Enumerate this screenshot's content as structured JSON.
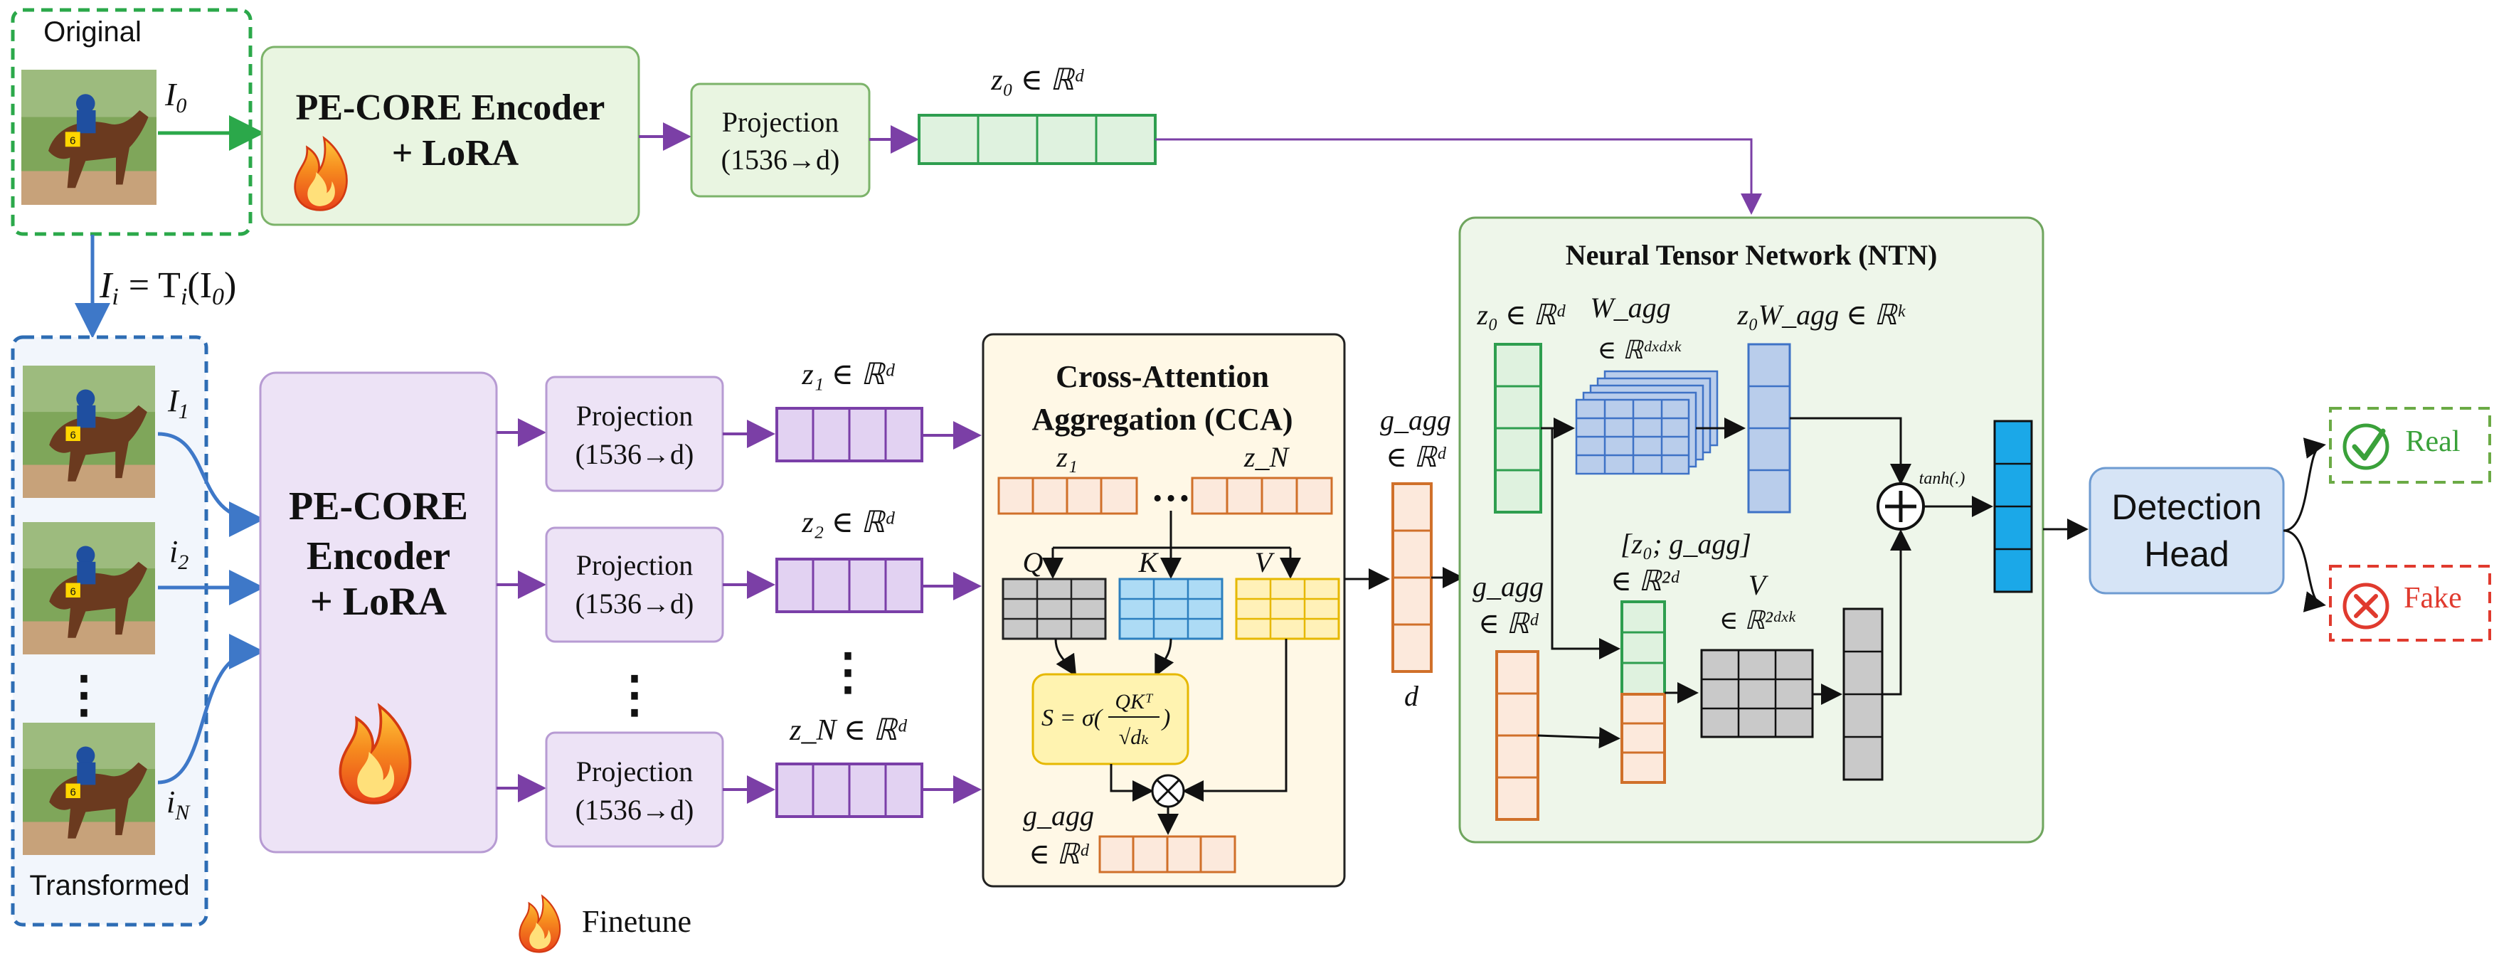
{
  "labels": {
    "original": "Original",
    "transformed": "Transformed",
    "i0": "I",
    "i0_sub": "0",
    "transform_eq_lhs": "I",
    "transform_eq_sub_i": "i",
    "transform_eq_rhs": "= T",
    "transform_eq_arg": "(I",
    "transform_eq_arg_sub": "0",
    "transform_eq_close": ")",
    "i1": "I",
    "i1_sub": "1",
    "i2": "i",
    "i2_sub": "2",
    "iN": "i",
    "iN_sub": "N",
    "dots_vertical": "⋮",
    "dots_horizontal": "…",
    "finetune": "Finetune"
  },
  "encoder_top": {
    "line1": "PE-CORE Encoder",
    "line2": "+ LoRA"
  },
  "encoder_main": {
    "line1": "PE-CORE",
    "line2": "Encoder",
    "line3": "+ LoRA"
  },
  "projection": {
    "line1": "Projection",
    "line2": "(1536→d)"
  },
  "vectors": {
    "z0": "z₀ ∈ ℝᵈ",
    "z1": "z₁ ∈ ℝᵈ",
    "z2": "z₂ ∈ ℝᵈ",
    "zN": "z_N ∈ ℝᵈ"
  },
  "cca": {
    "title1": "Cross-Attention",
    "title2": "Aggregation (CCA)",
    "z1": "z₁",
    "zN": "z_N",
    "Q": "Q",
    "K": "K",
    "V": "V",
    "score": "S = σ(QKᵀ/√dₖ)",
    "score_lhs": "S = σ(",
    "score_num": "QKᵀ",
    "score_den": "√dₖ",
    "score_rhs": ")",
    "otimes": "⊗",
    "g_agg": "g_agg",
    "g_agg_set": "∈ ℝᵈ"
  },
  "g_agg_mid": {
    "label1": "g_agg",
    "label2": "∈ ℝᵈ",
    "dim": "d"
  },
  "ntn": {
    "title": "Neural Tensor Network (NTN)",
    "z0": "z₀ ∈ ℝᵈ",
    "W_agg": "W_agg",
    "W_agg_set": "∈ ℝᵈˣᵈˣᵏ",
    "z0W": "z₀W_agg ∈ ℝᵏ",
    "concat": "[z₀; g_agg]",
    "concat_set": "∈ ℝ²ᵈ",
    "V": "V",
    "V_set": "∈ ℝ²ᵈˣᵏ",
    "g_agg": "g_agg",
    "g_agg_set": "∈ ℝᵈ",
    "plus": "+",
    "tanh": "tanh(.)"
  },
  "detection": {
    "line1": "Detection",
    "line2": "Head"
  },
  "outputs": {
    "real": "Real",
    "fake": "Fake"
  },
  "colors": {
    "green_box": "#E9F5E1",
    "green_border": "#7CB36A",
    "lavender": "#EDE3F6",
    "lavender_border": "#B79BD3",
    "purple_vec": "#E2D2F2",
    "purple_border": "#7A3FA8",
    "green_vec": "#DFF2DF",
    "green_vec_border": "#2E9E4F",
    "orange_vec": "#FCE9DC",
    "orange_border": "#D0702A",
    "cca_bg": "#FFF8E6",
    "blue_grid": "#ADDBF5",
    "yellow_grid": "#FFF1B8",
    "gray_grid": "#C9C9C9",
    "ntn_bg": "#EEF6EA",
    "light_blue_vec": "#B9CDEB",
    "cyan_vec": "#1BA8E8",
    "det_head": "#D6E4F6",
    "arrow_purple": "#7B3FA6",
    "arrow_blue": "#3E78C8",
    "arrow_green": "#2BA84A",
    "real_green": "#3AA13A",
    "fake_red": "#E03A2E"
  }
}
